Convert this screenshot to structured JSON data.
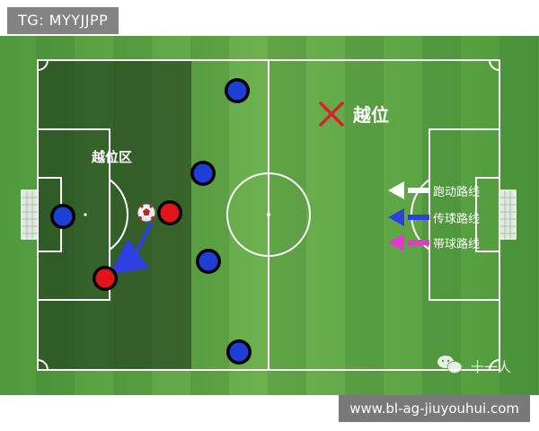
{
  "overlay": {
    "tag": "TG: MYYJJPP",
    "url": "www.bl-ag-jiuyouhui.com"
  },
  "pitch": {
    "offside_zone_label": "越位区",
    "offside_mark_label": "越位",
    "watermark": "十一人",
    "legend": [
      {
        "label": "跑动路线",
        "arrow_color": "#ffffff"
      },
      {
        "label": "传球路线",
        "arrow_color": "#2f3fe0"
      },
      {
        "label": "带球路线",
        "arrow_color": "#e03cc8"
      }
    ]
  },
  "colors": {
    "blue_player": "#1d3fd6",
    "red_player": "#e0141a",
    "offside_x": "#d9202a"
  }
}
